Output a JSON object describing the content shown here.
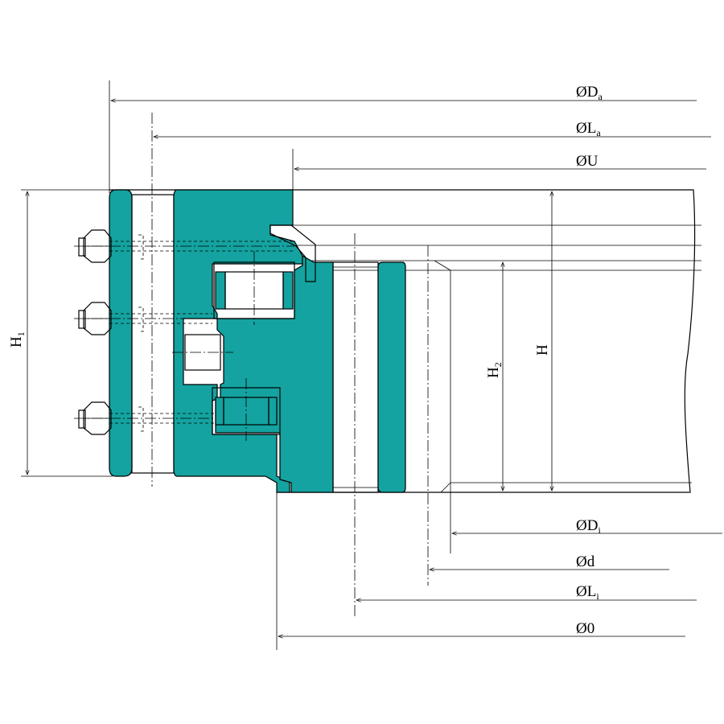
{
  "colors": {
    "accent": "#14A3A0",
    "line": "#000000",
    "background": "#ffffff"
  },
  "labels": {
    "Da": "ØD",
    "Da_sub": "a",
    "La": "ØL",
    "La_sub": "a",
    "U": "ØU",
    "Di": "ØD",
    "Di_sub": "i",
    "d": "Ød",
    "Li": "ØL",
    "Li_sub": "i",
    "O": "Ø0",
    "H1": "H",
    "H1_sub": "1",
    "H2": "H",
    "H2_sub": "2",
    "H": "H"
  }
}
